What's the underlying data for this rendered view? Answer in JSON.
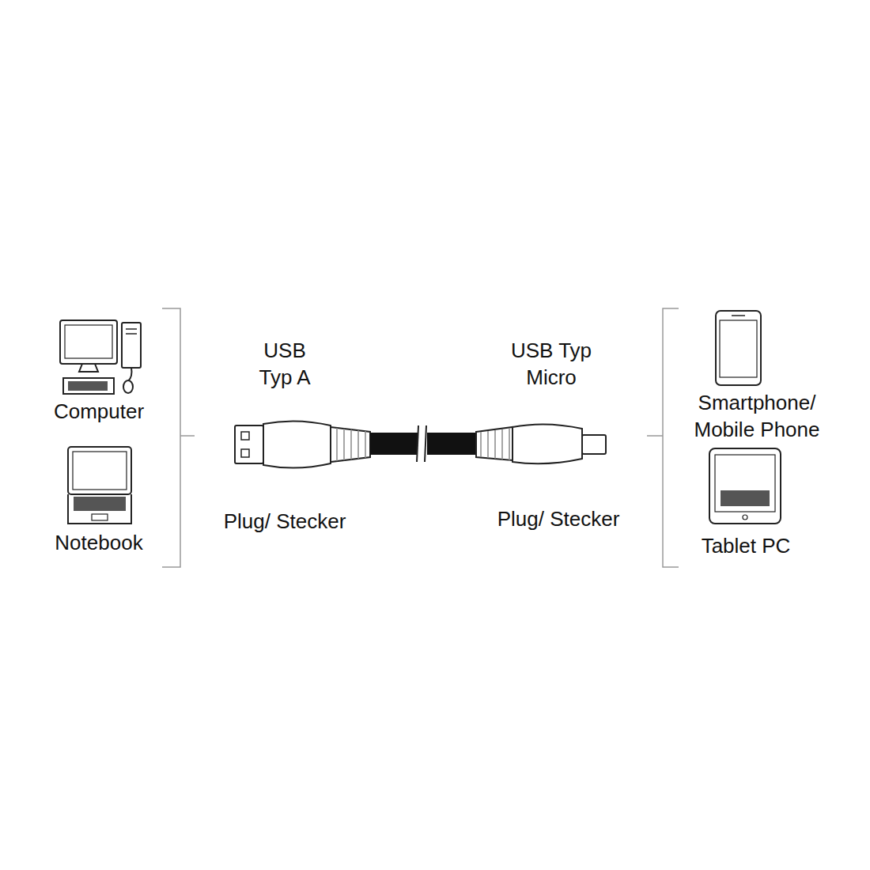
{
  "diagram": {
    "labels": [
      "Computer",
      "Notebook",
      "USB Typ A",
      "Plug/ Stecker",
      "USB Typ Micro",
      "Plug/ Stecker",
      "Smartphone/ Mobile Phone",
      "Tablet PC"
    ]
  }
}
